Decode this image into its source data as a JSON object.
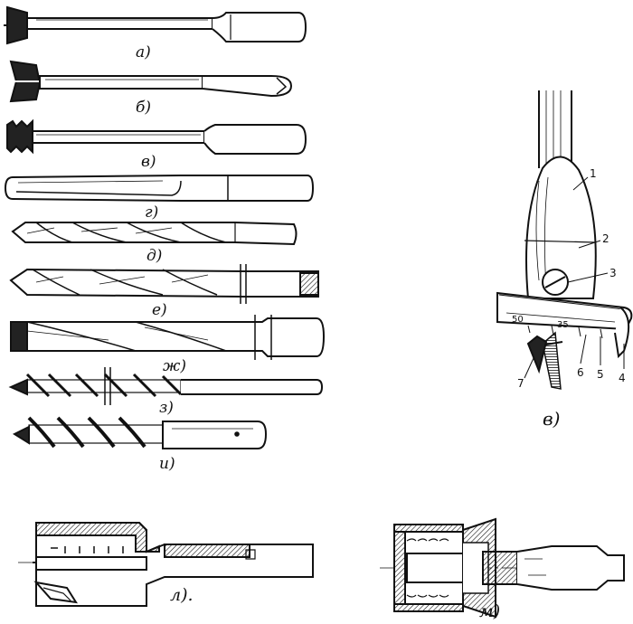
{
  "figure": {
    "tool_labels": {
      "a": "а)",
      "b": "б)",
      "v": "в)",
      "g": "г)",
      "d": "д)",
      "e": "е)",
      "zh": "ж)",
      "z": "з)",
      "i": "и)"
    },
    "adjustable_bit": {
      "label": "в)",
      "callouts": [
        "1",
        "2",
        "3",
        "4",
        "5",
        "6",
        "7"
      ],
      "scale_ticks": [
        "50",
        "35"
      ]
    },
    "section_l": {
      "label": "л)."
    },
    "section_m": {
      "label": "м)"
    }
  }
}
